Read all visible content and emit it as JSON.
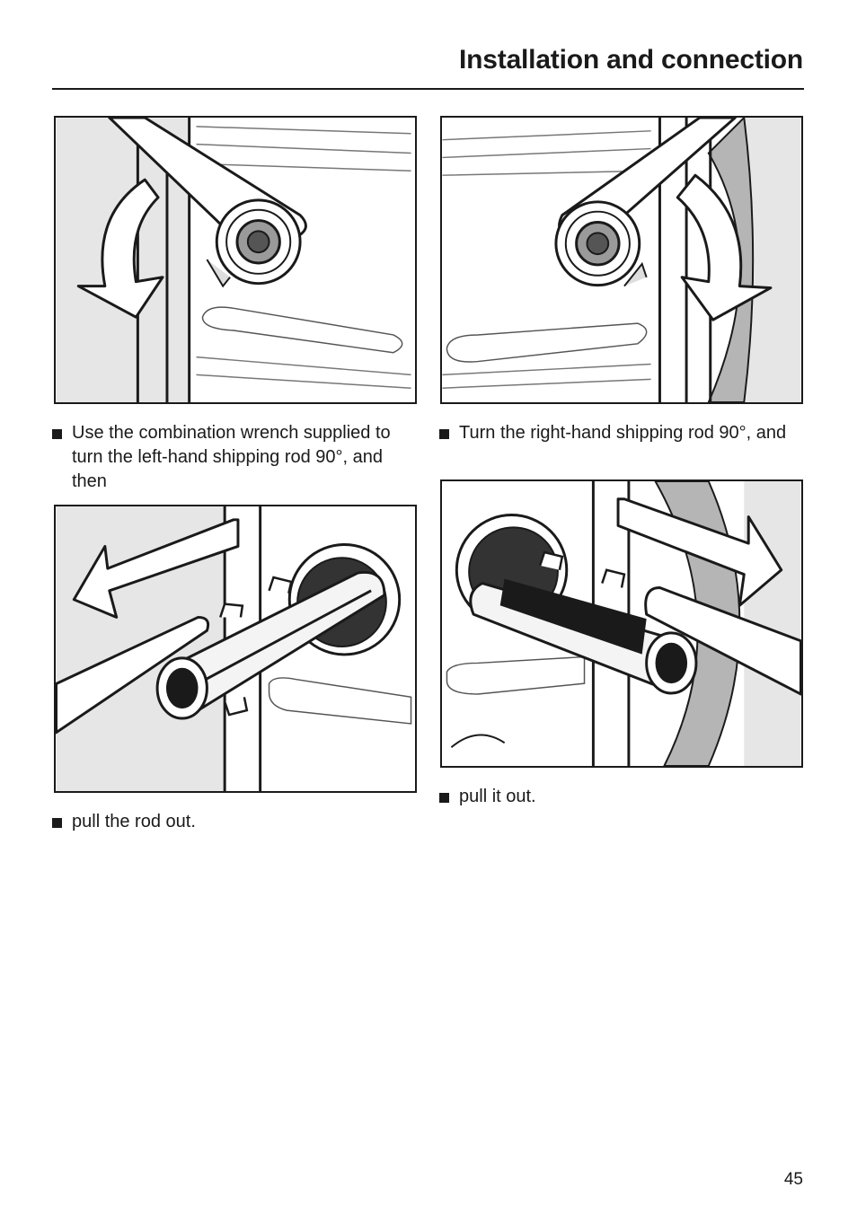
{
  "header": {
    "title": "Installation and connection"
  },
  "steps": {
    "step1": "Use the combination wrench supplied to turn the left-hand shipping rod 90°, and then",
    "step2": "pull the rod out.",
    "step3": "Turn the right-hand shipping rod 90°, and",
    "step4": "pull it out."
  },
  "figures": [
    {
      "id": "fig-turn-left-rod",
      "depicts": "wrench turning left-hand shipping rod",
      "arrow": "curved-rotate-arrow-icon"
    },
    {
      "id": "fig-pull-left-rod",
      "depicts": "left-hand shipping rod pulled out",
      "arrow": "left-pull-arrow-icon"
    },
    {
      "id": "fig-turn-right-rod",
      "depicts": "wrench turning right-hand shipping rod",
      "arrow": "curved-rotate-arrow-icon"
    },
    {
      "id": "fig-pull-right-rod",
      "depicts": "right-hand shipping rod pulled out",
      "arrow": "right-pull-arrow-icon"
    }
  ],
  "colors": {
    "text": "#1a1a1a",
    "panel_grey": "#e6e6e6",
    "line": "#1a1a1a"
  },
  "footer": {
    "page_number": "45"
  }
}
